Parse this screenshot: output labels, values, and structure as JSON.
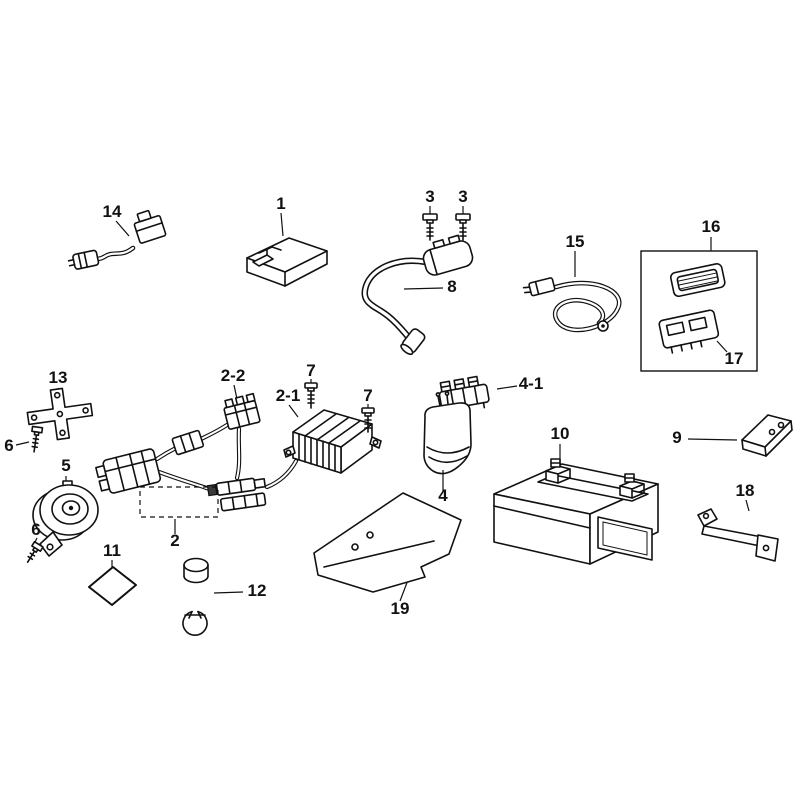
{
  "diagram": {
    "type": "exploded-parts-diagram",
    "subject": "electrical-parts",
    "background_color": "#ffffff",
    "line_color": "#111111",
    "labels": [
      {
        "part": "switch-with-cable",
        "text": "14"
      },
      {
        "part": "cdi-unit",
        "text": "1"
      },
      {
        "part": "bolt-left",
        "text": "3"
      },
      {
        "part": "bolt-right",
        "text": "3"
      },
      {
        "part": "ignition-coil",
        "text": "8"
      },
      {
        "part": "lead-wire",
        "text": "15"
      },
      {
        "part": "kit-box",
        "text": "16"
      },
      {
        "part": "kit-lower-unit",
        "text": "17"
      },
      {
        "part": "cross-bracket",
        "text": "13"
      },
      {
        "part": "screw-upper",
        "text": "6"
      },
      {
        "part": "harness-connector",
        "text": "2-2"
      },
      {
        "part": "regulator",
        "text": "2-1"
      },
      {
        "part": "bolt-7-left",
        "text": "7"
      },
      {
        "part": "bolt-7-right",
        "text": "7"
      },
      {
        "part": "relay-terminal-set",
        "text": "4-1"
      },
      {
        "part": "horn",
        "text": "5"
      },
      {
        "part": "screw-lower",
        "text": "6"
      },
      {
        "part": "wire-harness",
        "text": "2"
      },
      {
        "part": "relay",
        "text": "4"
      },
      {
        "part": "battery",
        "text": "10"
      },
      {
        "part": "wedge-bracket",
        "text": "9"
      },
      {
        "part": "pad",
        "text": "11"
      },
      {
        "part": "clamp",
        "text": "12"
      },
      {
        "part": "cover-plate",
        "text": "19"
      },
      {
        "part": "strap-bracket",
        "text": "18"
      }
    ]
  }
}
